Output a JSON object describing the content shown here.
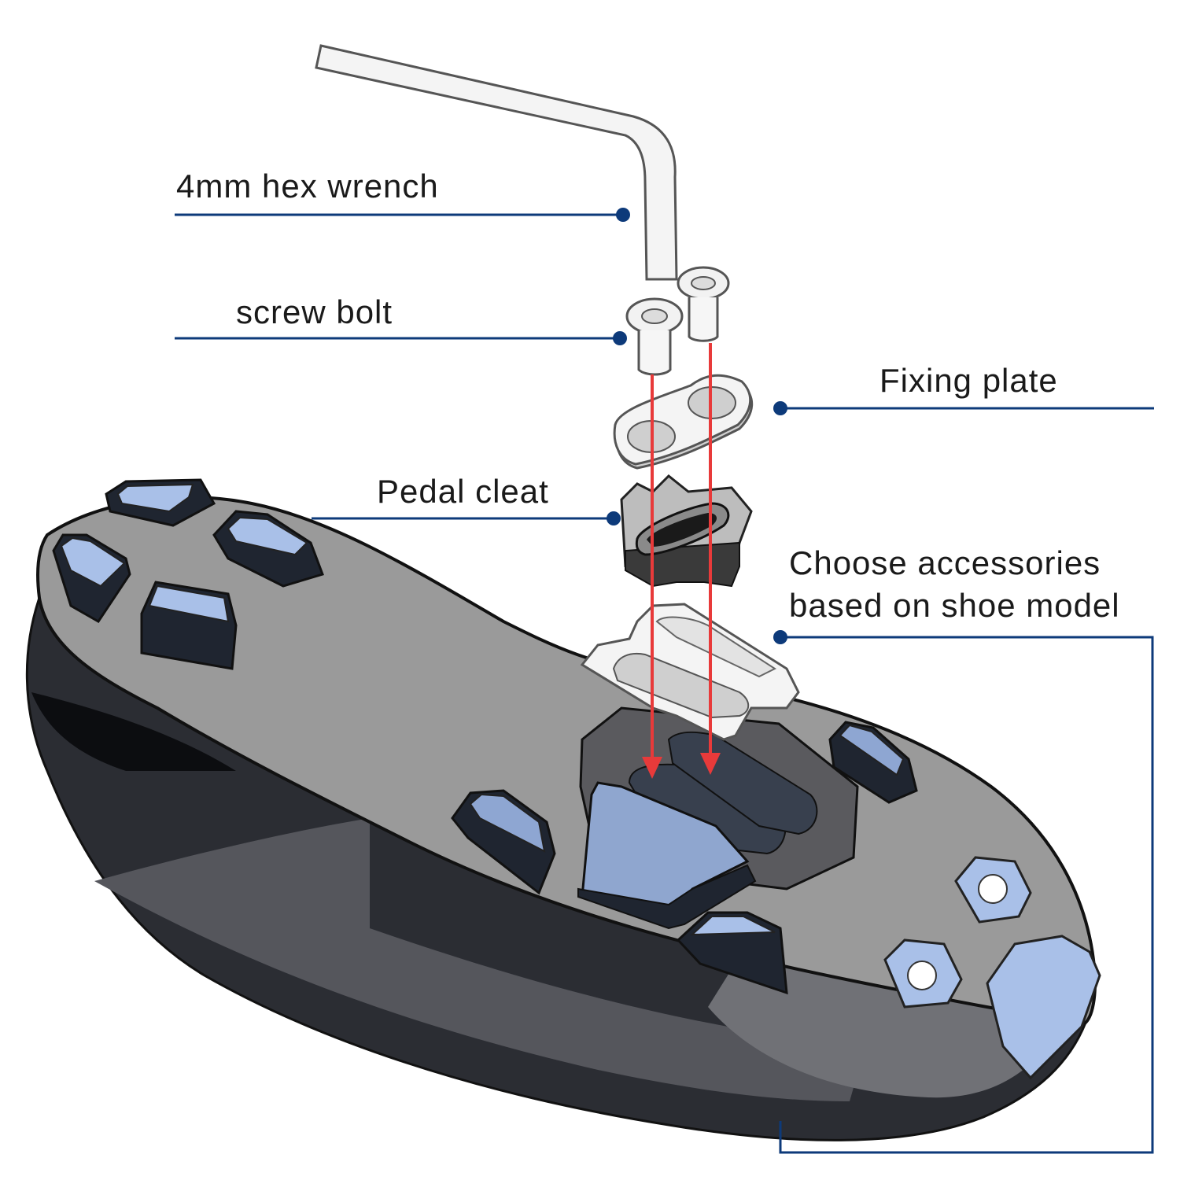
{
  "labels": {
    "hex_wrench": "4mm hex wrench",
    "screw_bolt": "screw bolt",
    "fixing_plate": "Fixing plate",
    "pedal_cleat": "Pedal cleat",
    "accessories_line1": "Choose accessories",
    "accessories_line2": "based on shoe model"
  },
  "colors": {
    "leader_line": "#0d3a7a",
    "arrow": "#e83a3a",
    "sole_gray": "#9a9a9a",
    "upper_dark": "#2b2d33",
    "stud_blue": "#a9c0e8",
    "stud_dark": "#1f2530"
  }
}
